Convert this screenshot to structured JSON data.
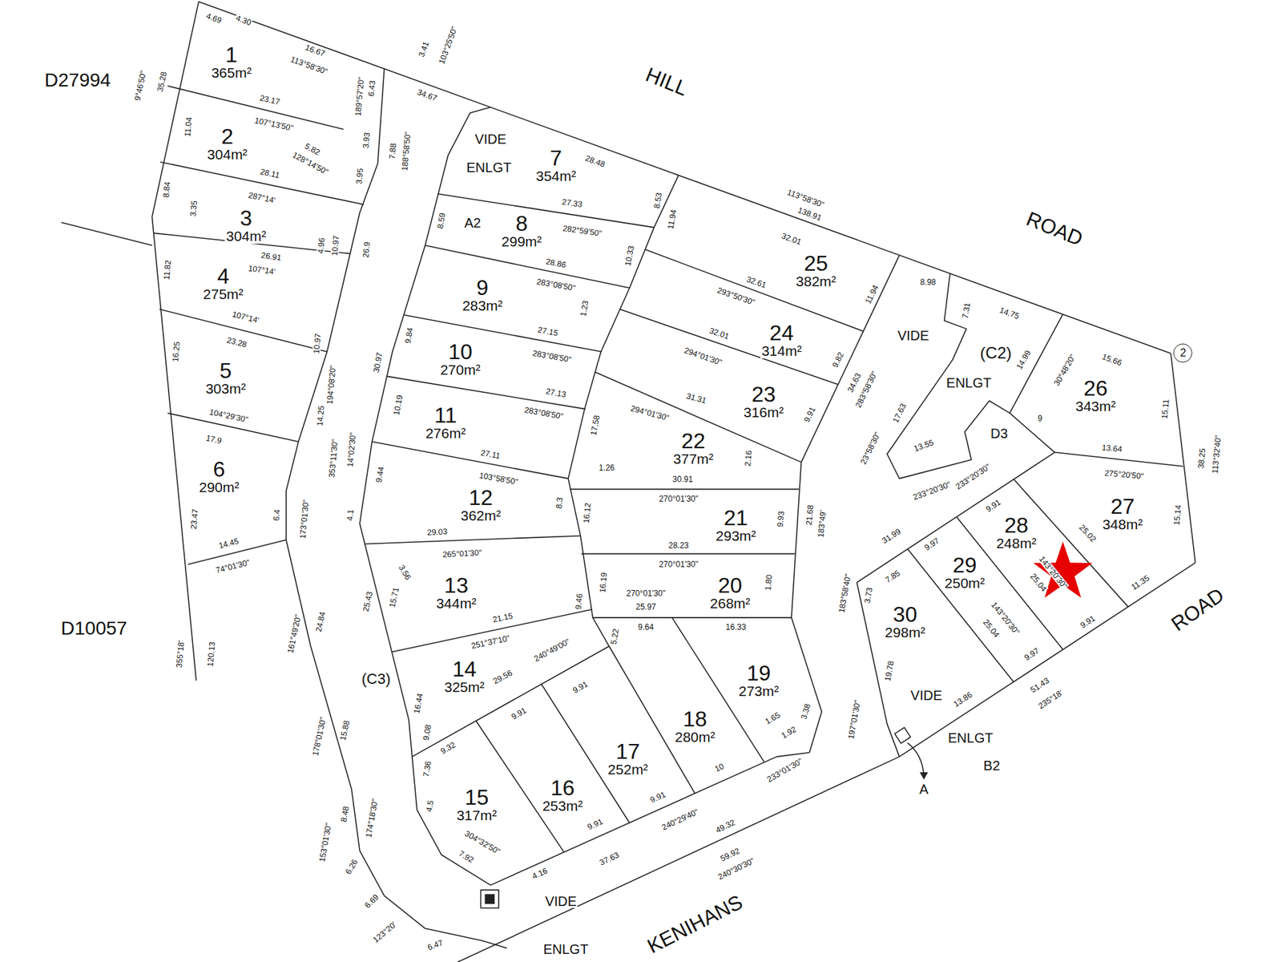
{
  "diagram": {
    "nodes": [
      {
        "text": [
          "1",
          "365m²"
        ]
      },
      {
        "text": [
          "2",
          "304m²"
        ]
      },
      {
        "text": [
          "3",
          "304m²"
        ]
      },
      {
        "text": [
          "4",
          "275m²"
        ]
      },
      {
        "text": [
          "5",
          "303m²"
        ]
      },
      {
        "text": [
          "6",
          "290m²"
        ]
      },
      {
        "text": [
          "7",
          "354m²"
        ]
      },
      {
        "text": [
          "8",
          "299m²"
        ]
      },
      {
        "text": [
          "9",
          "283m²"
        ]
      },
      {
        "text": [
          "10",
          "270m²"
        ]
      },
      {
        "text": [
          "11",
          "276m²"
        ]
      },
      {
        "text": [
          "12",
          "362m²"
        ]
      },
      {
        "text": [
          "13",
          "344m²"
        ]
      },
      {
        "text": [
          "14",
          "325m²"
        ]
      },
      {
        "text": [
          "15",
          "317m²"
        ]
      },
      {
        "text": [
          "16",
          "253m²"
        ]
      },
      {
        "text": [
          "17",
          "252m²"
        ]
      },
      {
        "text": [
          "18",
          "280m²"
        ]
      },
      {
        "text": [
          "19",
          "273m²"
        ]
      },
      {
        "text": [
          "20",
          "268m²"
        ]
      },
      {
        "text": [
          "21",
          "293m²"
        ]
      },
      {
        "text": [
          "22",
          "377m²"
        ]
      },
      {
        "text": [
          "23",
          "316m²"
        ]
      },
      {
        "text": [
          "24",
          "314m²"
        ]
      },
      {
        "text": [
          "25",
          "382m²"
        ]
      },
      {
        "text": [
          "26",
          "343m²"
        ]
      },
      {
        "text": [
          "27",
          "348m²"
        ]
      },
      {
        "text": [
          "28",
          "248m²"
        ]
      },
      {
        "text": [
          "29",
          "250m²"
        ]
      },
      {
        "text": [
          "30",
          "298m²"
        ]
      },
      {
        "text": [
          "2"
        ]
      }
    ],
    "labels": [
      "HILL",
      "ROAD",
      "ROAD",
      "KENIHANS",
      "D27994",
      "D10057",
      "VIDE",
      "ENLGT",
      "A2",
      "VIDE",
      "ENLGT",
      "(C2)",
      "D3",
      "VIDE",
      "ENLGT",
      "B2",
      "A",
      "(C3)",
      "VIDE",
      "ENLGT",
      "4.69",
      "4.30",
      "16.67",
      "113°58'30\"",
      "35.28",
      "9°46'50\"",
      "11.04",
      "23.17",
      "107°13'50\"",
      "5.82",
      "128°14'50\"",
      "28.11",
      "287°14'",
      "8.84",
      "3.35",
      "26.91",
      "107°14'",
      "11.82",
      "23.28",
      "107°14'",
      "16.25",
      "104°29'30\"",
      "17.9",
      "14.45",
      "74°01'30\"",
      "23.47",
      "6.4",
      "120.13",
      "355°18'",
      "6.43",
      "189°57'20\"",
      "3.93",
      "7.88",
      "188°58'50\"",
      "3.95",
      "4.96",
      "10.97",
      "26.9",
      "10.97",
      "14.25",
      "194°08'20\"",
      "173°01'30\"",
      "24.84",
      "161°49'20\"",
      "14°02'30\"",
      "353°11'30\"",
      "4.1",
      "25.43",
      "15.71",
      "15.88",
      "178°01'30\"",
      "8.48",
      "174°18'30\"",
      "153°01'30\"",
      "6.26",
      "6.69",
      "6.47",
      "123°20'",
      "34.67",
      "3.41",
      "103°25'50\"",
      "28.48",
      "27.33",
      "282°59'50\"",
      "8.53",
      "11.94",
      "8.59",
      "28.86",
      "283°08'50\"",
      "10.33",
      "27.15",
      "283°08'50\"",
      "1.23",
      "9.84",
      "30.97",
      "27.13",
      "283°08'50\"",
      "17.58",
      "10.19",
      "27.11",
      "103°58'50\"",
      "29.03",
      "265°01'30\"",
      "8.3",
      "16.12",
      "1.26",
      "9.44",
      "3.56",
      "21.15",
      "251°37'10\"",
      "9.46",
      "16.19",
      "5.22",
      "240°49'00\"",
      "29.56",
      "9.91",
      "9.91",
      "9.32",
      "16.44",
      "9.08",
      "7.36",
      "4.5",
      "304°32'50\"",
      "7.92",
      "4.16",
      "9.91",
      "37.63",
      "9.91",
      "240°29'40\"",
      "10",
      "233°01'30\"",
      "1.92",
      "1.65",
      "3.38",
      "49.32",
      "59.92",
      "240°30'30\"",
      "30.91",
      "270°01'30\"",
      "28.23",
      "270°01'30\"",
      "270°01'30\"",
      "25.97",
      "9.64",
      "16.33",
      "9.93",
      "2.16",
      "1.80",
      "21.68",
      "183°49'",
      "31.31",
      "294°01'30\"",
      "32.01",
      "294°01'30\"",
      "32.61",
      "293°50'30\"",
      "32.01",
      "113°58'30\"",
      "138.91",
      "8.98",
      "11.94",
      "9.82",
      "9.91",
      "34.63",
      "283°58'30\"",
      "23°58'30\"",
      "17.63",
      "13.55",
      "233°20'30\"",
      "7.31",
      "14.75",
      "14.99",
      "30°48'20\"",
      "9",
      "15.66",
      "15.11",
      "38.25",
      "113°32'40\"",
      "13.64",
      "275°20'50\"",
      "15.14",
      "11.35",
      "31.99",
      "233°20'30\"",
      "9.91",
      "9.97",
      "7.85",
      "3.73",
      "19.78",
      "183°58'40\"",
      "197°01'30\"",
      "25.02",
      "25.04",
      "143°20'30\"",
      "25.04",
      "143°20'30\"",
      "9.91",
      "9.97",
      "13.86",
      "51.43",
      "235°18'"
    ]
  }
}
